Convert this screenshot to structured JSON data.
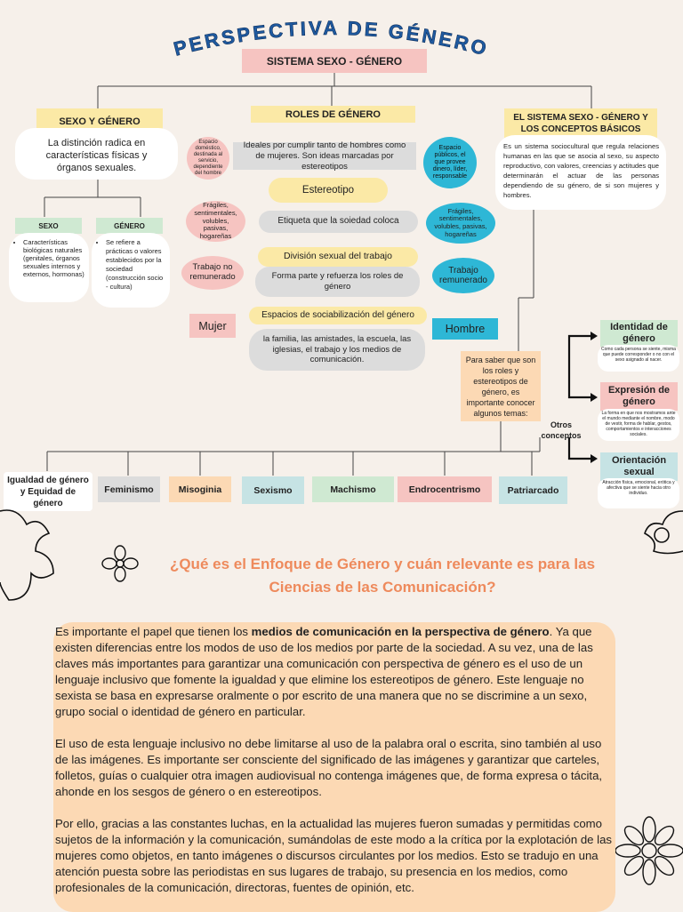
{
  "title": "PERSPECTIVA DE GÉNERO",
  "sistema": "SISTEMA SEXO - GÉNERO",
  "sexo_genero": {
    "heading": "SEXO Y GÉNERO",
    "text": "La distinción radica en características físicas y órganos sexuales.",
    "sexo": {
      "label": "SEXO",
      "text": "Características biológicas naturales (genitales, órganos sexuales internos y externos, hormonas)"
    },
    "genero": {
      "label": "GÉNERO",
      "text": "Se refiere a prácticas o valores establecidos por la sociedad (construcción socio - cultura)"
    }
  },
  "roles": {
    "heading": "ROLES DE GÉNERO",
    "left1": "Espacio doméstico, destinada al servicio, dependiente del hombre",
    "center1": "Ideales por cumplir tanto de hombres como de mujeres. Son ideas marcadas por estereotipos",
    "right1": "Espacio públicos, el que provee dinero, líder, responsable",
    "estereotipo": "Estereotipo",
    "left2": "Frágiles, sentimentales, volubles, pasivas, hogareñas",
    "center2": "Etiqueta que la soiedad coloca",
    "right2": "Frágiles, sentimentales, volubles, pasivas, hogareñas",
    "division": "División sexual del trabajo",
    "left3": "Trabajo no remunerado",
    "center3": "Forma parte y refuerza los roles de género",
    "right3": "Trabajo remunerado",
    "espacios": "Espacios de sociabilización del género",
    "mujer": "Mujer",
    "hombre": "Hombre",
    "center4": "la familia, las amistades, la escuela, las iglesias, el trabajo y los medios de comunicación."
  },
  "sistema_basicos": {
    "heading": "EL SISTEMA SEXO - GÉNERO Y LOS CONCEPTOS BÁSICOS",
    "text": "Es un sistema sociocultural que regula relaciones humanas en las que se asocia al sexo, su aspecto reproductivo, con valores, creencias y actitudes que determinarán el actuar de las personas dependiendo de su género, de si son mujeres y hombres."
  },
  "para_saber": "Para saber que son los roles y estereotipos de género, es importante conocer algunos temas:",
  "otros": "Otros conceptos",
  "conceptos": [
    {
      "label": "Identidad de género",
      "text": "Como cada persona se siente, misma que puede corresponder o no con el sexo asignado al nacer."
    },
    {
      "label": "Expresión de género",
      "text": "La forma en que nos mostramos ante el mundo mediante el nombre, modo de vestir, forma de hablar, gestos, comportamientos e interacciones sociales."
    },
    {
      "label": "Orientación sexual",
      "text": "Atracción física, emocional, erótica y afectiva que se siente hacia otro individuo."
    }
  ],
  "temas": [
    "Igualdad de género y Equidad de género",
    "Feminismo",
    "Misoginia",
    "Sexismo",
    "Machismo",
    "Endrocentrismo",
    "Patriarcado"
  ],
  "question": "¿Qué es el Enfoque de Género y cuán relevante es para las Ciencias de las Comunicación?",
  "paragraphs": {
    "p1_a": "Es importante el papel que tienen los ",
    "p1_bold": "medios de comunicación en la perspectiva de género",
    "p1_b": ".  Ya que existen diferencias entre los modos de uso de los medios por parte de la sociedad.  A su vez, una de las claves más importantes para garantizar una comunicación con perspectiva de género es el uso de un lenguaje inclusivo que fomente la igualdad y que elimine los estereotipos de género. Este lenguaje no sexista se basa en expresarse oralmente o por escrito de una manera que no se discrimine a un sexo, grupo social o identidad de género en particular.",
    "p2": "El uso de esta lenguaje inclusivo no debe limitarse al uso de la palabra oral o escrita, sino también al uso de las imágenes. Es importante ser consciente del significado de las imágenes y garantizar que carteles, folletos, guías o cualquier otra imagen audiovisual no contenga imágenes que, de forma expresa o tácita, ahonde en los sesgos de género o en estereotipos.",
    "p3": "Por ello, gracias a las constantes luchas, en la actualidad las mujeres fueron sumadas y permitidas como sujetos de la información y la comunicación, sumándolas de este modo a la crítica por la explotación de las mujeres como objetos, en tanto imágenes o discursos circulantes por los medios. Esto se tradujo en una atención puesta sobre las periodistas en sus lugares de trabajo, su presencia en los medios, como profesionales de la comunicación, directoras, fuentes de opinión, etc."
  },
  "colors": {
    "accent_blue": "#1f5aa0",
    "orange": "#ee8a5c",
    "teal": "#2eb7d6",
    "peach": "#fcd9b4"
  }
}
